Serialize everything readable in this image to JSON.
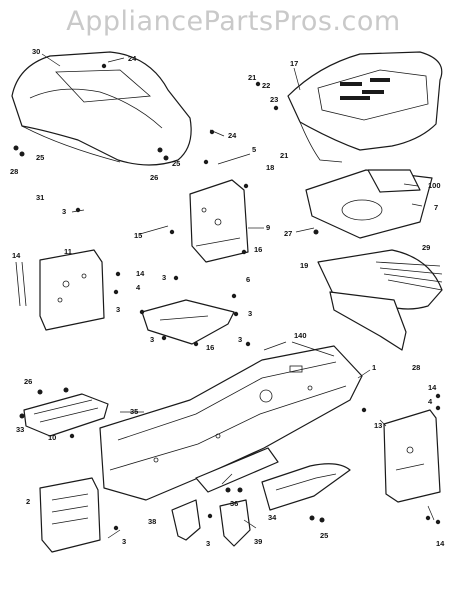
{
  "watermark": "AppliancePartsPros.com",
  "callouts": {
    "c30": "30",
    "c24a": "24",
    "c17": "17",
    "c21a": "21",
    "c22": "22",
    "c23": "23",
    "c24b": "24",
    "c25a": "25",
    "c28": "28",
    "c25b": "25",
    "c26a": "26",
    "c5": "5",
    "c21b": "21",
    "c18": "18",
    "c100": "100",
    "c7": "7",
    "c31": "31",
    "c3a": "3",
    "c15": "15",
    "c9": "9",
    "c27": "27",
    "c11": "11",
    "c14a": "14",
    "c14b": "14",
    "c4a": "4",
    "c3b": "3",
    "c6": "6",
    "c16a": "16",
    "c19": "19",
    "c29": "29",
    "c3c": "3",
    "c3d": "3",
    "c3e": "3",
    "c16b": "16",
    "c140": "140",
    "c3f": "3",
    "c28b": "28",
    "c1": "1",
    "c26b": "26",
    "c14c": "14",
    "c4b": "4",
    "c35": "35",
    "c33": "33",
    "c10": "10",
    "c13": "13",
    "c2": "2",
    "c36": "36",
    "c34": "34",
    "c25c": "25",
    "c38": "38",
    "c3g": "3",
    "c39": "39",
    "c3h": "3",
    "c14d": "14"
  }
}
